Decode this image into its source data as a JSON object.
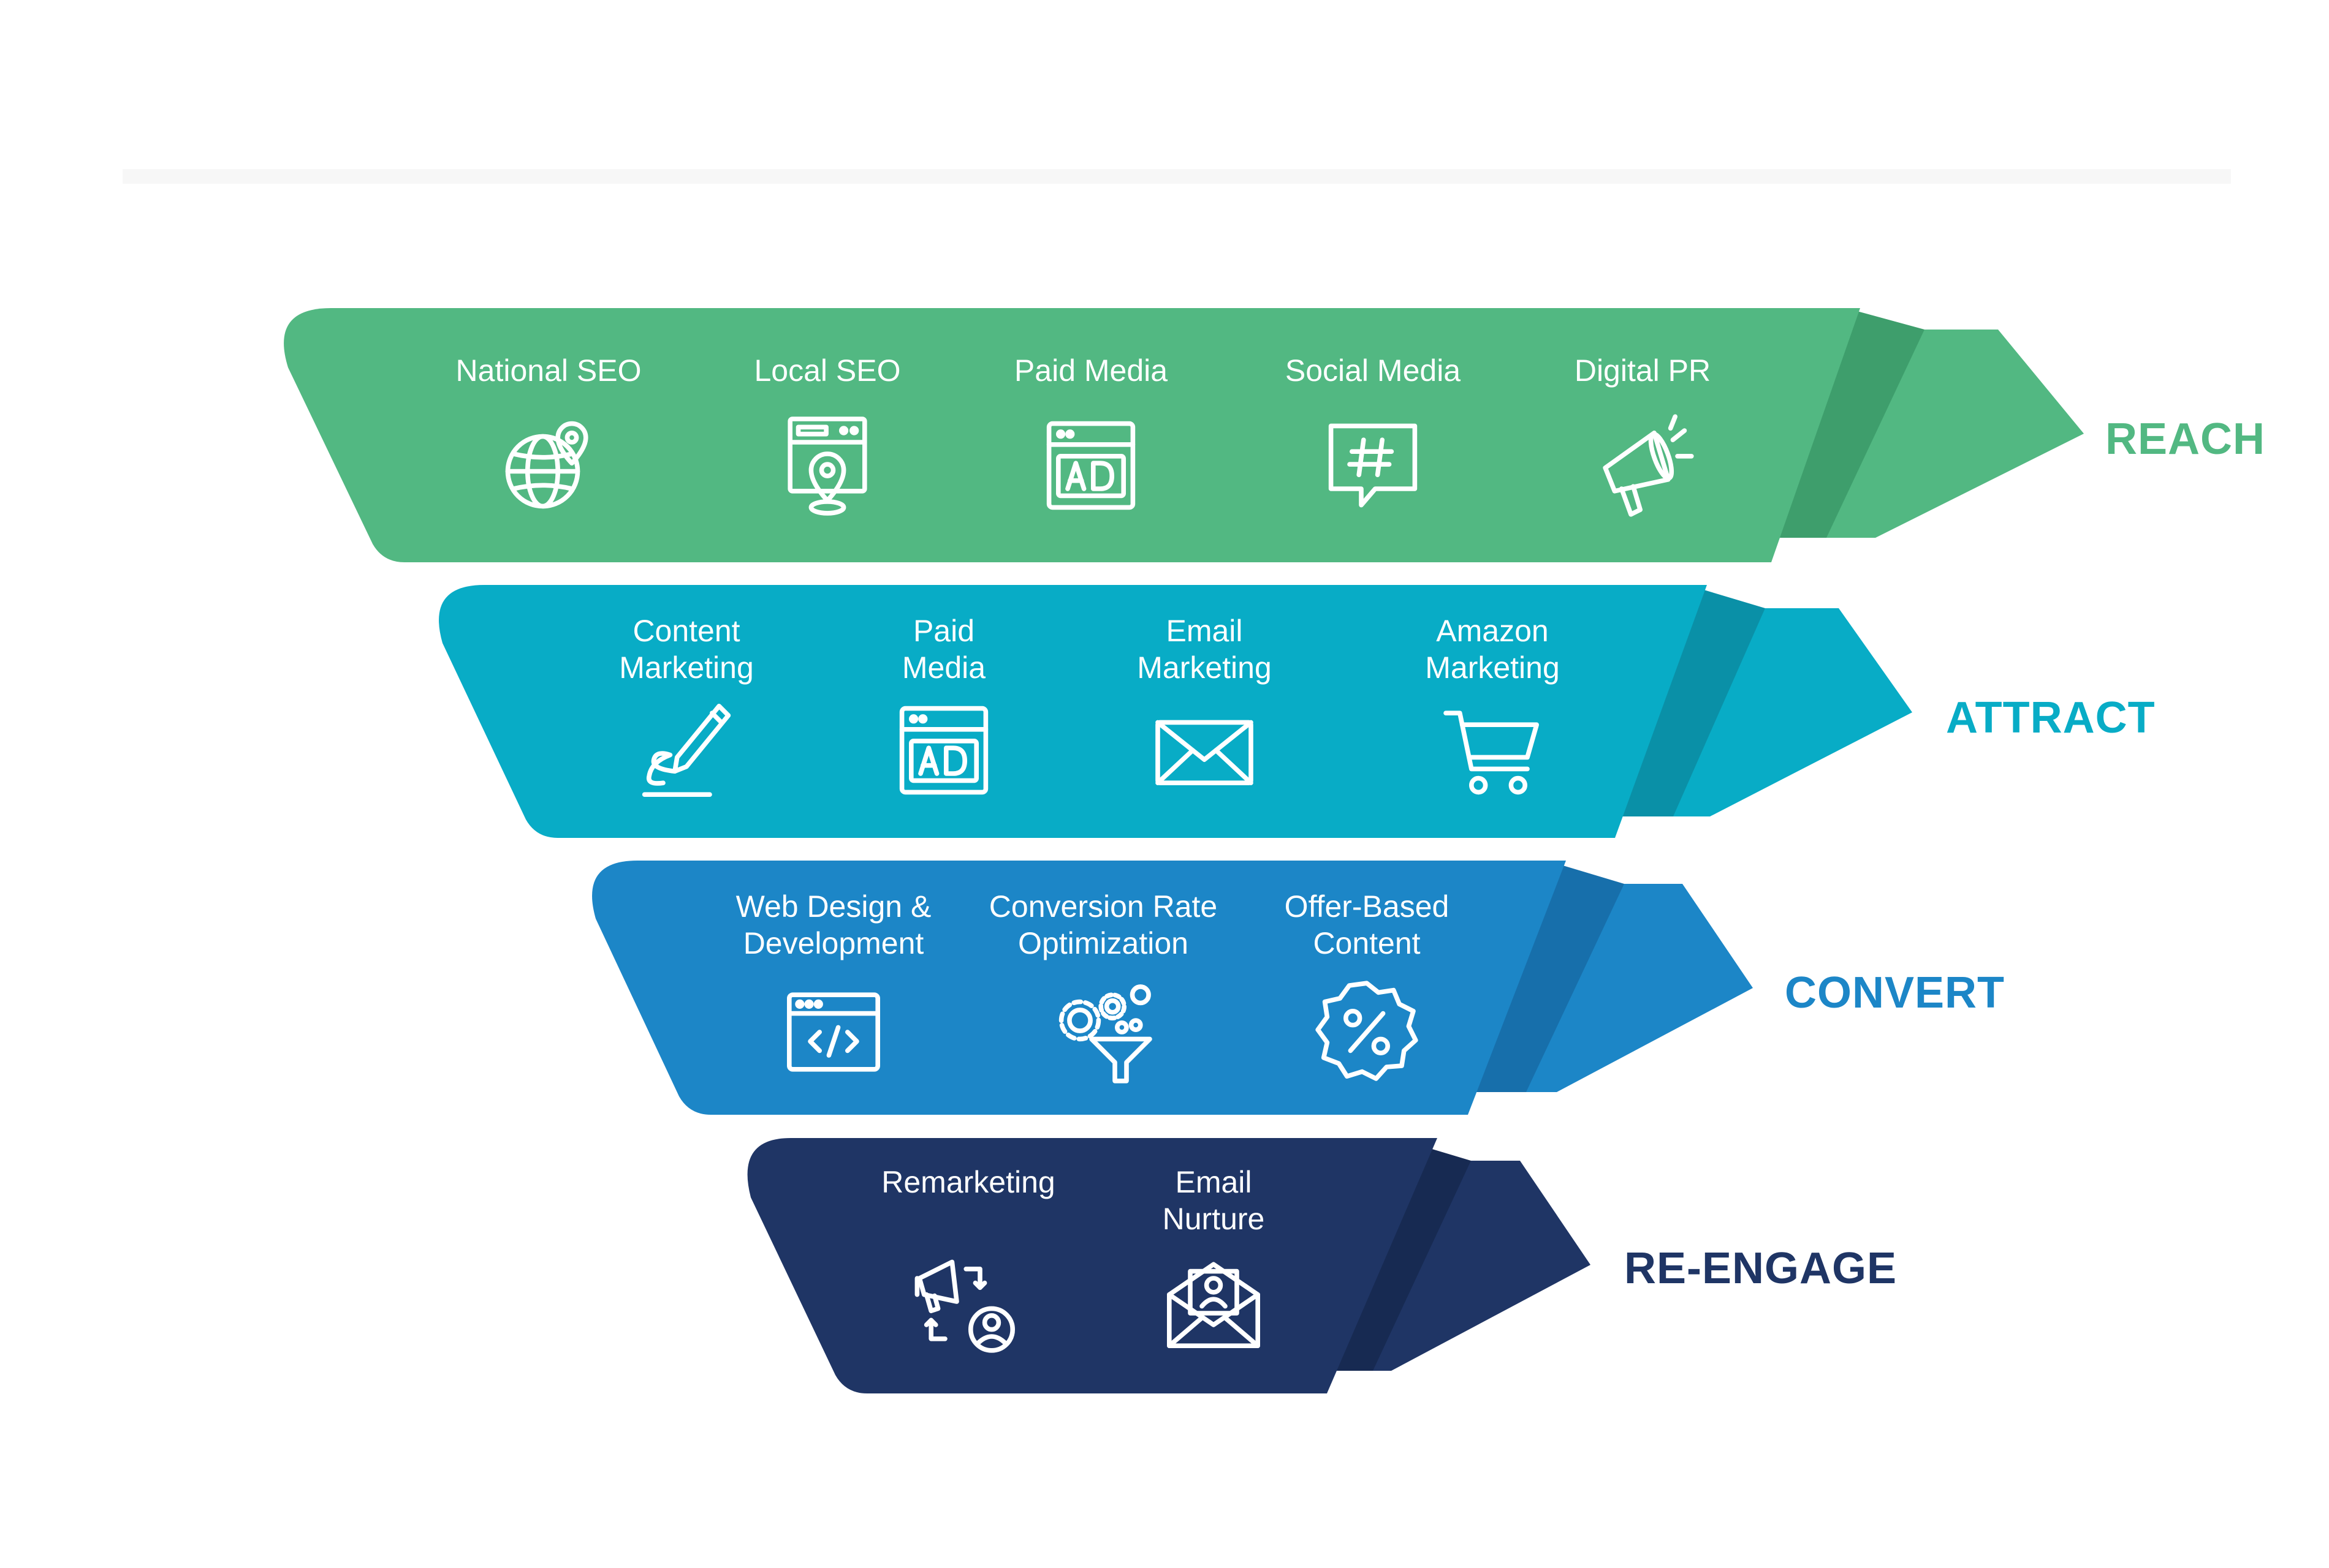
{
  "colors": {
    "reach": "#52b882",
    "reach_shadow": "#3e9e6c",
    "attract": "#08acc6",
    "attract_shadow": "#0a90a7",
    "convert": "#1c86c7",
    "convert_shadow": "#176fab",
    "reengage": "#1f3565",
    "reengage_shadow": "#172a52"
  },
  "tiers": [
    {
      "label": "REACH",
      "services": [
        {
          "line1": "National SEO",
          "line2": "",
          "icon": "globe-location-icon"
        },
        {
          "line1": "Local SEO",
          "line2": "",
          "icon": "browser-location-pin-icon"
        },
        {
          "line1": "Paid Media",
          "line2": "",
          "icon": "ad-window-icon"
        },
        {
          "line1": "Social Media",
          "line2": "",
          "icon": "hashtag-speech-bubble-icon"
        },
        {
          "line1": "Digital PR",
          "line2": "",
          "icon": "megaphone-icon"
        }
      ]
    },
    {
      "label": "ATTRACT",
      "services": [
        {
          "line1": "Content",
          "line2": "Marketing",
          "icon": "pen-writing-icon"
        },
        {
          "line1": "Paid",
          "line2": "Media",
          "icon": "ad-window-icon"
        },
        {
          "line1": "Email",
          "line2": "Marketing",
          "icon": "envelope-icon"
        },
        {
          "line1": "Amazon",
          "line2": "Marketing",
          "icon": "shopping-cart-icon"
        }
      ]
    },
    {
      "label": "CONVERT",
      "services": [
        {
          "line1": "Web Design &",
          "line2": "Development",
          "icon": "code-window-icon"
        },
        {
          "line1": "Conversion Rate",
          "line2": "Optimization",
          "icon": "gears-funnel-icon"
        },
        {
          "line1": "Offer-Based",
          "line2": "Content",
          "icon": "percent-badge-icon"
        }
      ]
    },
    {
      "label": "RE-ENGAGE",
      "services": [
        {
          "line1": "Remarketing",
          "line2": "",
          "icon": "megaphone-retarget-user-icon"
        },
        {
          "line1": "Email",
          "line2": "Nurture",
          "icon": "open-envelope-user-icon"
        }
      ]
    }
  ]
}
